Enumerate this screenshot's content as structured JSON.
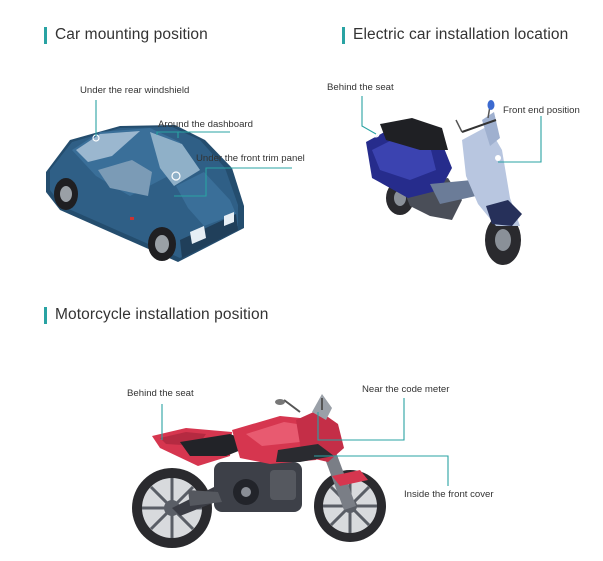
{
  "sections": {
    "car": {
      "title": "Car mounting position",
      "labels": {
        "rear_windshield": "Under the rear windshield",
        "dashboard": "Around the dashboard",
        "front_trim": "Under the front trim panel"
      }
    },
    "electric": {
      "title": "Electric car installation location",
      "labels": {
        "behind_seat": "Behind the seat",
        "front_end": "Front end position"
      }
    },
    "motorcycle": {
      "title": "Motorcycle installation position",
      "labels": {
        "behind_seat": "Behind the seat",
        "code_meter": "Near the code meter",
        "front_cover": "Inside the front cover"
      }
    }
  },
  "colors": {
    "accent": "#29a3a3",
    "car_body": "#2f5f86",
    "scooter_body": "#262c8c",
    "scooter_shell": "#b8c6e0",
    "motorcycle_body": "#d6364f"
  }
}
